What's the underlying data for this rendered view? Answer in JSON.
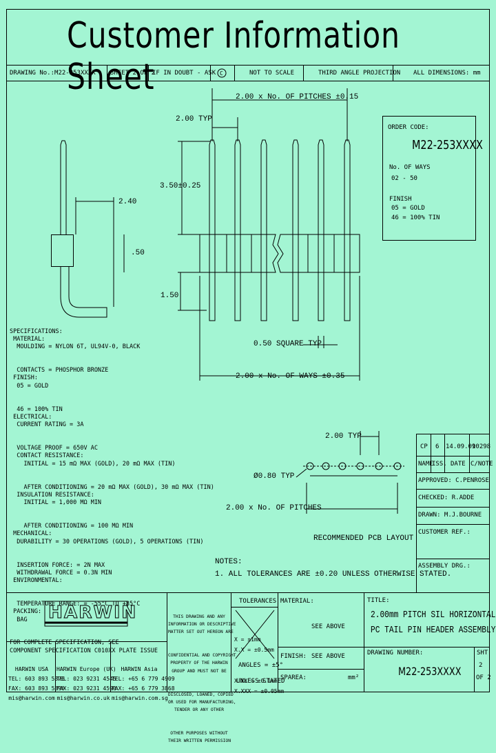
{
  "title": "Customer Information Sheet",
  "header_row": {
    "drawing_no": "DRAWING No.:M22-253XXXX",
    "sheet": "SHEET 2 OF 2",
    "if_in_doubt": "IF IN DOUBT - ASK",
    "copyright": "C",
    "scale": "NOT TO SCALE",
    "projection": "THIRD ANGLE PROJECTION",
    "dimensions": "ALL DIMENSIONS: mm"
  },
  "dimensions": {
    "pitches": "2.00 x No. OF PITCHES ±0.15",
    "typ_200": "2.00 TYP",
    "h_350": "3.50±0.25",
    "h_240": "2.40",
    "h_50": ".50",
    "h_150": "1.50",
    "square": "0.50 SQUARE TYP",
    "ways": "2.00 x No. OF WAYS ±0.35",
    "pcb_typ": "2.00 TYP",
    "hole": "Ø0.80 TYP",
    "pcb_pitches": "2.00 x No. OF PITCHES",
    "pcb_label": "RECOMMENDED PCB LAYOUT"
  },
  "order_code": {
    "label": "ORDER CODE:",
    "code": "M22-253XXXX",
    "ways_label": "No. OF WAYS",
    "ways_range": "02 - 50",
    "finish_label": "FINISH",
    "finish_05": "05 = GOLD",
    "finish_46": "46 = 100% TIN"
  },
  "specifications": [
    "SPECIFICATIONS:",
    " MATERIAL:",
    "  MOULDING = NYLON 6T, UL94V-0, BLACK",
    "  CONTACTS = PHOSPHOR BRONZE",
    " FINISH:",
    "  05 = GOLD",
    "  46 = 100% TIN",
    " ELECTRICAL:",
    "  CURRENT RATING = 3A",
    "  VOLTAGE PROOF = 650V AC",
    "  CONTACT RESISTANCE:",
    "    INITIAL = 15 mΩ MAX (GOLD), 20 mΩ MAX (TIN)",
    "    AFTER CONDITIONING = 20 mΩ MAX (GOLD), 30 mΩ MAX (TIN)",
    "  INSULATION RESISTANCE:",
    "    INITIAL = 1,000 MΩ MIN",
    "    AFTER CONDITIONING = 100 MΩ MIN",
    " MECHANICAL:",
    "  DURABILITY = 30 OPERATIONS (GOLD), 5 OPERATIONS (TIN)",
    "  INSERTION FORCE: = 2N MAX",
    "  WITHDRAWAL FORCE = 0.3N MIN",
    " ENVIRONMENTAL:",
    "  TEMPERATURE RANGE: = -55°C TO +85°C",
    " PACKING:",
    "  BAG",
    "FOR COMPLETE SPECIFICATION, SEE",
    "COMPONENT SPECIFICATION C010XX PLATE ISSUE"
  ],
  "notes": {
    "heading": "NOTES:",
    "note1": "1. ALL TOLERANCES ARE ±0.20 UNLESS OTHERWISE STATED."
  },
  "revision": {
    "cp": "CP",
    "iss": "6",
    "date": "14.09.09",
    "cn": "10298",
    "h_name": "NAME",
    "h_iss": "ISS.",
    "h_date": "DATE",
    "h_cn": "C/NOTE",
    "approved": "APPROVED: C.PENROSE",
    "checked": "CHECKED: R.ADDE",
    "drawn": "DRAWN: M.J.BOURNE",
    "customer_ref": "CUSTOMER REF.:",
    "assembly_drg": "ASSEMBLY DRG.:"
  },
  "title_block": {
    "logo": "HARWIN",
    "usa": [
      "HARWIN USA",
      "TEL: 603 893 5376",
      "FAX: 603 893 5396",
      "mis@harwin.com"
    ],
    "europe": [
      "HARWIN Europe (UK)",
      "TEL: 023 9231 4545",
      "FAX: 023 9231 4590",
      "mis@harwin.co.uk"
    ],
    "asia": [
      "HARWIN Asia",
      "TEL: +65 6 779 4909",
      "FAX: +65 6 779 3868",
      "mis@harwin.com.sg"
    ],
    "confidential": [
      "THIS DRAWING AND ANY",
      "INFORMATION OR DESCRIPTIVE",
      "MATTER SET OUT HEREON ARE",
      "CONFIDENTIAL AND COPYRIGHT",
      "PROPERTY OF THE HARWIN",
      "GROUP AND MUST NOT BE",
      "DISCLOSED, LOANED, COPIED",
      "OR USED FOR MANUFACTURING,",
      "TENDER OR ANY OTHER",
      "OTHER PURPOSES WITHOUT",
      "THEIR WRITTEN PERMISSION"
    ],
    "tolerances_label": "TOLERANCES",
    "tolerances": [
      "X = ±1mm",
      "X.X = ±0.5mm",
      "X.XX = ±0.1mm",
      "X.XXX = ±0.05mm"
    ],
    "angles": "ANGLES = ±5°",
    "unless": "UNLESS STATED",
    "material_label": "MATERIAL:",
    "material_value": "SEE ABOVE",
    "finish_label": "FINISH:",
    "finish_value": "SEE ABOVE",
    "sparea_label": "SPAREA:",
    "sparea_value": "mm²",
    "title_label": "TITLE:",
    "title_line1": "2.00mm PITCH SIL HORIZONTAL",
    "title_line2": "PC TAIL PIN HEADER ASSEMBLY",
    "drawing_number_label": "DRAWING NUMBER:",
    "drawing_number": "M22-253XXXX",
    "sheet_label": "SHT",
    "sheet_value": "2",
    "of_label": "OF 2"
  }
}
